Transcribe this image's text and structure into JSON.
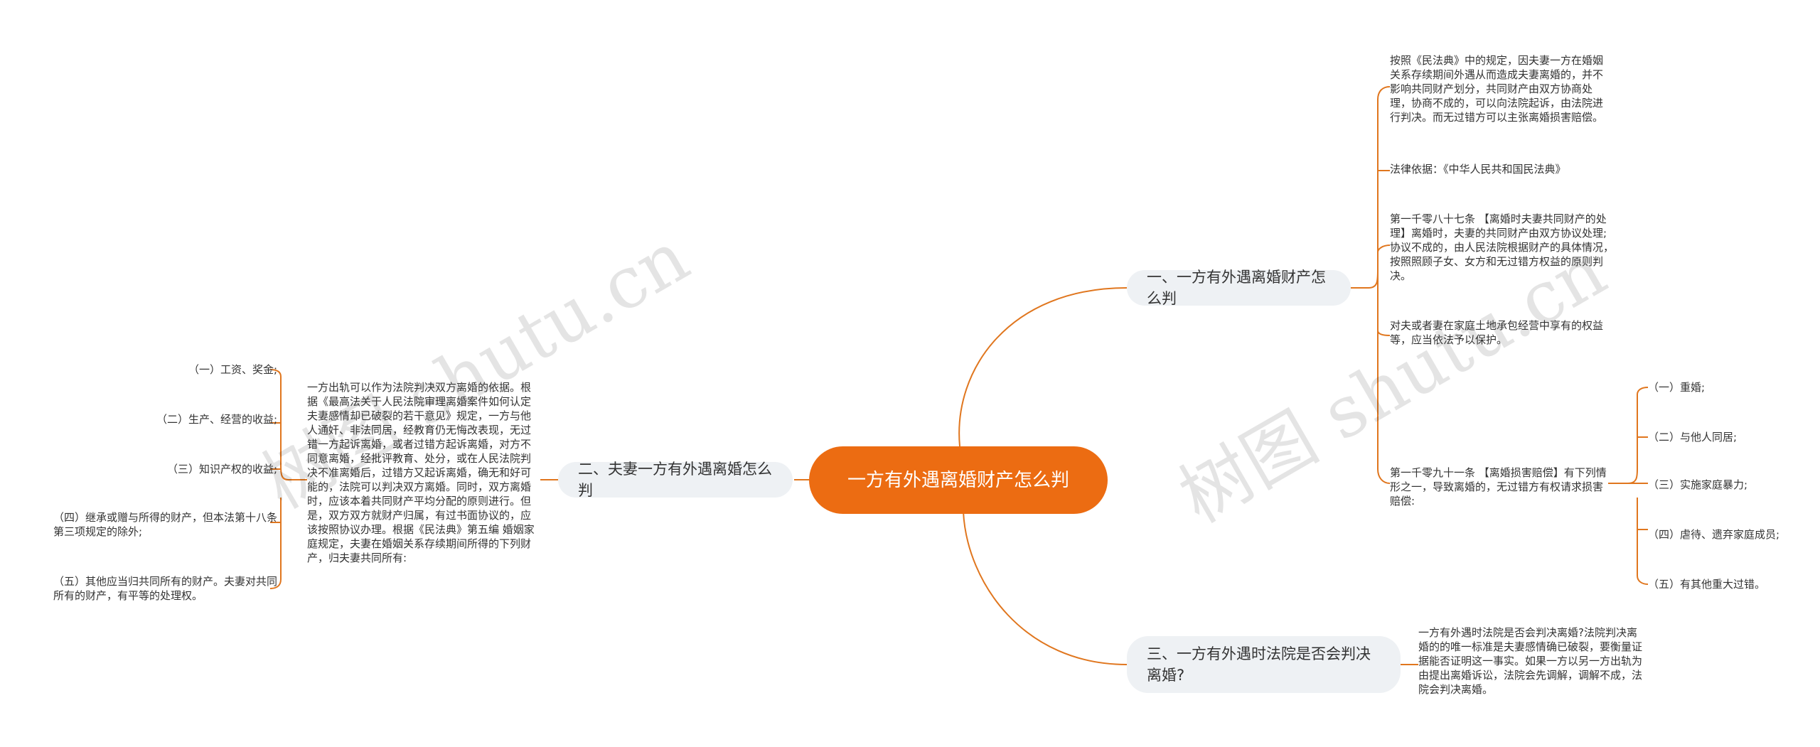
{
  "root": {
    "label": "一方有外遇离婚财产怎么判"
  },
  "watermark": "树图 shutu.cn",
  "branches": {
    "b1": {
      "label": "一、一方有外遇离婚财产怎么判"
    },
    "b2": {
      "label": "二、夫妻一方有外遇离婚怎么判"
    },
    "b3": {
      "label": "三、一方有外遇时法院是否会判决离婚?"
    }
  },
  "b1_children": {
    "c1": "按照《民法典》中的规定，因夫妻一方在婚姻关系存续期间外遇从而造成夫妻离婚的，并不影响共同财产划分，共同财产由双方协商处理，协商不成的，可以向法院起诉，由法院进行判决。而无过错方可以主张离婚损害赔偿。",
    "c2": "法律依据：《中华人民共和国民法典》",
    "c3": "第一千零八十七条 【离婚时夫妻共同财产的处理】离婚时，夫妻的共同财产由双方协议处理;协议不成的，由人民法院根据财产的具体情况，按照照顾子女、女方和无过错方权益的原则判决。",
    "c4": "对夫或者妻在家庭土地承包经营中享有的权益等，应当依法予以保护。",
    "c5": "第一千零九十一条 【离婚损害赔偿】有下列情形之一，导致离婚的，无过错方有权请求损害赔偿:"
  },
  "c5_children": [
    "（一）重婚;",
    "（二）与他人同居;",
    "（三）实施家庭暴力;",
    "（四）虐待、遗弃家庭成员;",
    "（五）有其他重大过错。"
  ],
  "b2_child": "一方出轨可以作为法院判决双方离婚的依据。根据《最高法关于人民法院审理离婚案件如何认定夫妻感情却已破裂的若干意见》规定，一方与他人通奸、非法同居，经教育仍无悔改表现，无过错一方起诉离婚，或者过错方起诉离婚，对方不同意离婚，经批评教育、处分，或在人民法院判决不准离婚后，过错方又起诉离婚，确无和好可能的，法院可以判决双方离婚。同时，双方离婚时，应该本着共同财产平均分配的原则进行。但是，双方双方就财产归属，有过书面协议的，应该按照协议办理。根据《民法典》第五编 婚姻家庭规定，夫妻在婚姻关系存续期间所得的下列财产，归夫妻共同所有:",
  "b2_grandchildren": [
    "（一）工资、奖金;",
    "（二）生产、经营的收益;",
    "（三）知识产权的收益;",
    "（四）继承或赠与所得的财产，但本法第十八条第三项规定的除外;",
    "（五）其他应当归共同所有的财产。夫妻对共同所有的财产，有平等的处理权。"
  ],
  "b3_child": "一方有外遇时法院是否会判决离婚?法院判决离婚的的唯一标准是夫妻感情确已破裂，要衡量证据能否证明这一事实。如果一方以另一方出轨为由提出离婚诉讼，法院会先调解，调解不成，法院会判决离婚。"
}
